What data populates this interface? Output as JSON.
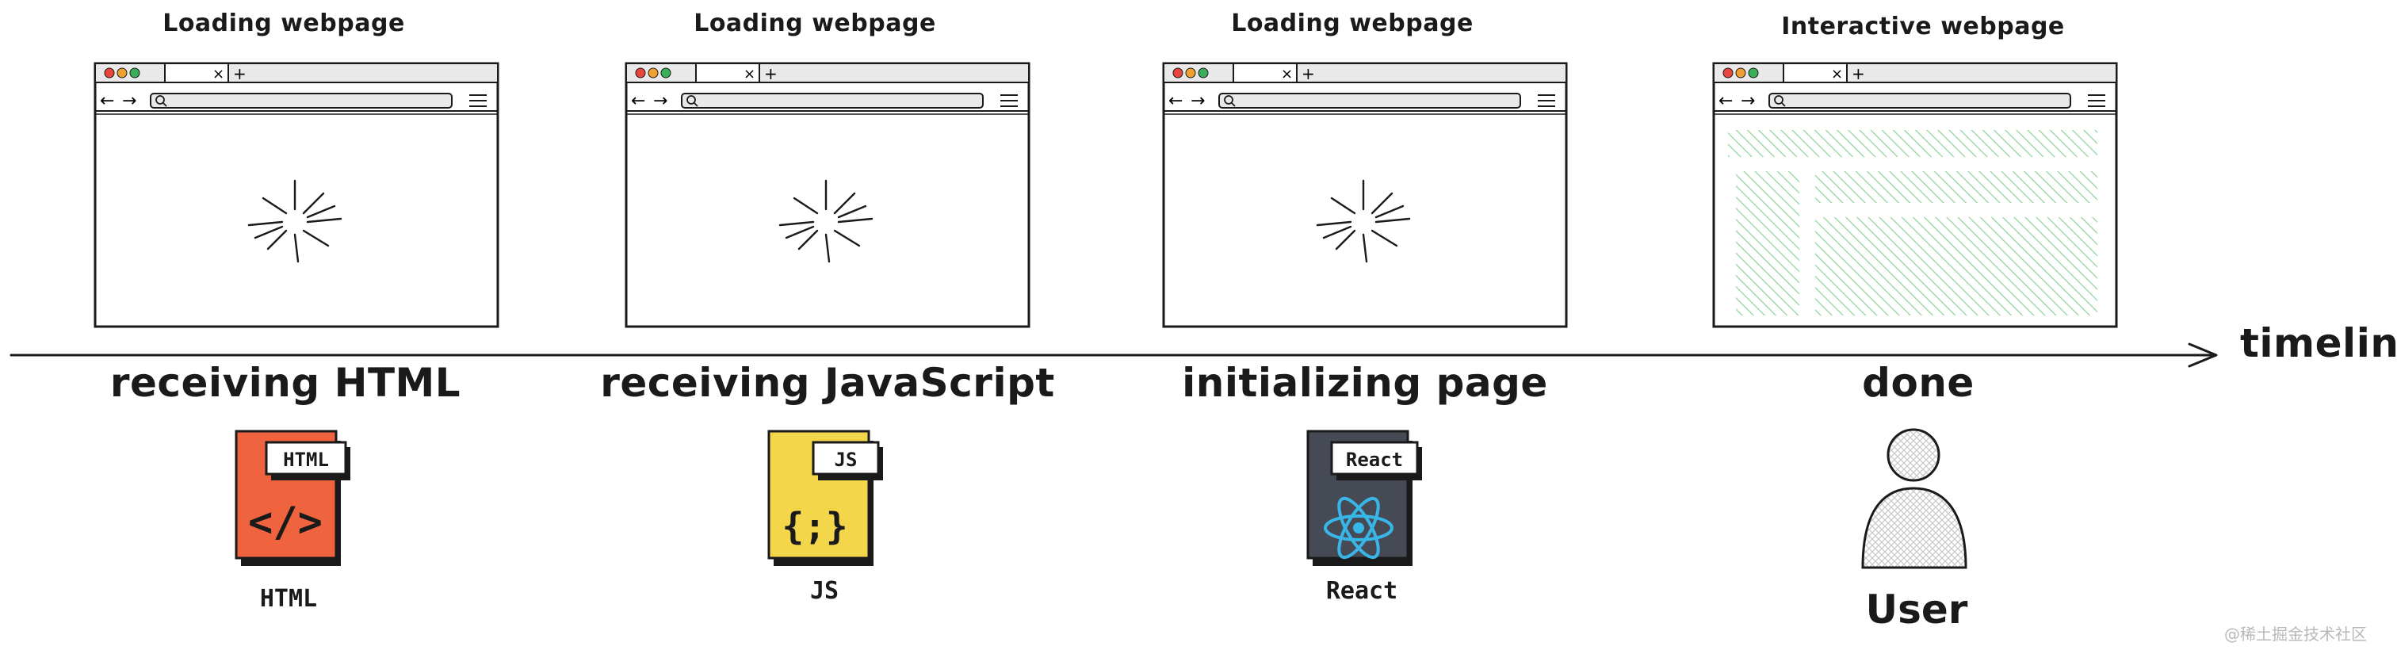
{
  "stages": [
    {
      "browser_title": "Loading webpage",
      "state": "loading",
      "step": "receiving HTML",
      "doc_tag": "HTML",
      "doc_label": "HTML",
      "doc_color": "#f0633f",
      "doc_symbol": "</>",
      "doc_icon": "code-brackets-icon"
    },
    {
      "browser_title": "Loading webpage",
      "state": "loading",
      "step": "receiving JavaScript",
      "doc_tag": "JS",
      "doc_label": "JS",
      "doc_color": "#f3d64a",
      "doc_symbol": "{;}",
      "doc_icon": "curly-braces-icon"
    },
    {
      "browser_title": "Loading webpage",
      "state": "loading",
      "step": "initializing page",
      "doc_tag": "React",
      "doc_label": "React",
      "doc_color": "#454a55",
      "doc_symbol": "",
      "doc_icon": "react-atom-icon"
    },
    {
      "browser_title": "Interactive webpage",
      "state": "interactive",
      "step": "done",
      "user_label": "User",
      "doc_icon": "user-icon"
    }
  ],
  "timeline": {
    "label": "timeline"
  },
  "colors": {
    "ink": "#1a1a1a",
    "hatch": "#8fd39a",
    "react_blue": "#38b6e8",
    "dot_red": "#e8453c",
    "dot_orange": "#f0a030",
    "dot_green": "#3cae5a"
  },
  "watermark": "@稀土掘金技术社区"
}
